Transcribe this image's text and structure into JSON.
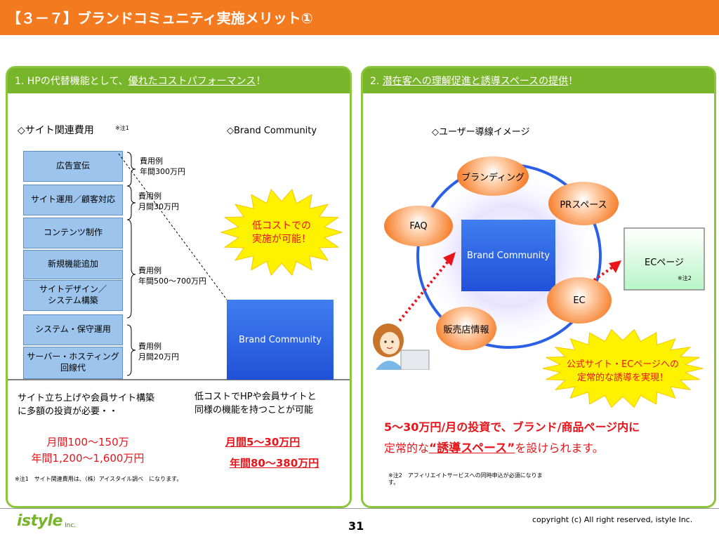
{
  "header": {
    "title": "【３－７】ブランドコミュニティ実施メリット①"
  },
  "left_panel": {
    "heading_prefix": "1. HPの代替機能として、",
    "heading_underlined": "優れたコストパフォーマンス",
    "heading_suffix": "！",
    "site_cost_label": "◇サイト関連費用",
    "site_cost_note_mark": "※注1",
    "brand_label": "◇Brand Community",
    "stack_items": [
      "広告宣伝",
      "サイト運用／顧客対応",
      "コンテンツ制作",
      "新規機能追加",
      "サイトデザイン／\nシステム構築",
      "システム・保守運用",
      "サーバー・ホスティング\n回線代"
    ],
    "cost_notes": [
      "費用例\n年間300万円",
      "費用例\n月間30万円",
      "費用例\n年間500～700万円",
      "費用例\n月間20万円"
    ],
    "starburst_text": "低コストでの\n実施が可能！",
    "brand_block_label": "Brand Community",
    "left_desc": "サイト立ち上げや会員サイト構築\nに多額の投資が必要・・",
    "right_desc": "低コストでHPや会員サイトと\n同様の機能を持つことが可能",
    "left_cost": "月間100～150万\n年間1,200～1,600万円",
    "right_cost_monthly": "月間5～30万円",
    "right_cost_yearly": "年間80～380万円",
    "footnote": "※注1　サイト関連費用は、（株）アイスタイル調べ　になります。"
  },
  "right_panel": {
    "heading_prefix": "2. ",
    "heading_underlined": "潜在客への理解促進と誘導スペースの提供",
    "heading_suffix": "！",
    "flow_label": "◇ユーザー導線イメージ",
    "center_label": "Brand Community",
    "bubbles": {
      "branding": "ブランディング",
      "pr": "PRスペース",
      "faq": "FAQ",
      "ec": "EC",
      "shop": "販売店情報"
    },
    "ec_page": "ECページ",
    "ec_note": "※注2",
    "starburst_text": "公式サイト・ECページへの\n定常的な誘導を実現！",
    "main_text_1": "5～30万円/月の投資で、ブランド/商品ページ内に",
    "main_text_2a": "定常的な",
    "main_text_2b": "“誘導スペース”",
    "main_text_2c": "を設けられます。",
    "footnote": "※注2　アフィリエイトサービスへの同時申込が必須になりま\nす。"
  },
  "footer": {
    "logo": "istyle",
    "logo_sub": "Inc.",
    "page_number": "31",
    "copyright": "copyright (c) All right reserved, istyle Inc."
  },
  "colors": {
    "orange": "#f47a20",
    "green": "#8cc63f",
    "blue": "#2b5fe6",
    "red": "#e8141a"
  }
}
